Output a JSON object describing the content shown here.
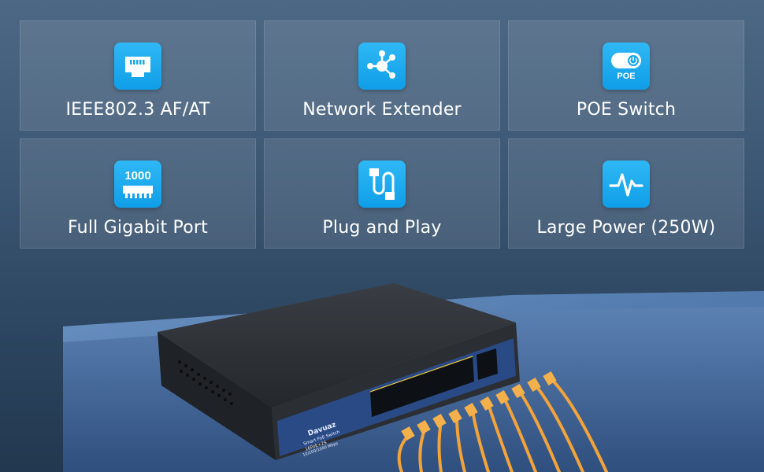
{
  "features": [
    {
      "icon": "ethernet-port-icon",
      "label": "IEEE802.3 AF/AT"
    },
    {
      "icon": "network-hub-icon",
      "label": "Network Extender"
    },
    {
      "icon": "poe-toggle-icon",
      "label": "POE Switch",
      "icon_text": "POE"
    },
    {
      "icon": "gigabit-port-icon",
      "label": "Full Gigabit Port",
      "icon_text": "1000"
    },
    {
      "icon": "plug-cable-icon",
      "label": "Plug and Play"
    },
    {
      "icon": "power-wave-icon",
      "label": "Large Power (250W)"
    }
  ],
  "product": {
    "brand": "Davuaz",
    "model_line1": "Smart PoE Switch",
    "model_line2": "16PoE+2S",
    "model_line3": "10/100/1000 Mbps"
  },
  "colors": {
    "icon_tile": "#1aa8ef",
    "cable": "#f2a33a",
    "panel_blue": "#2a4a86"
  }
}
